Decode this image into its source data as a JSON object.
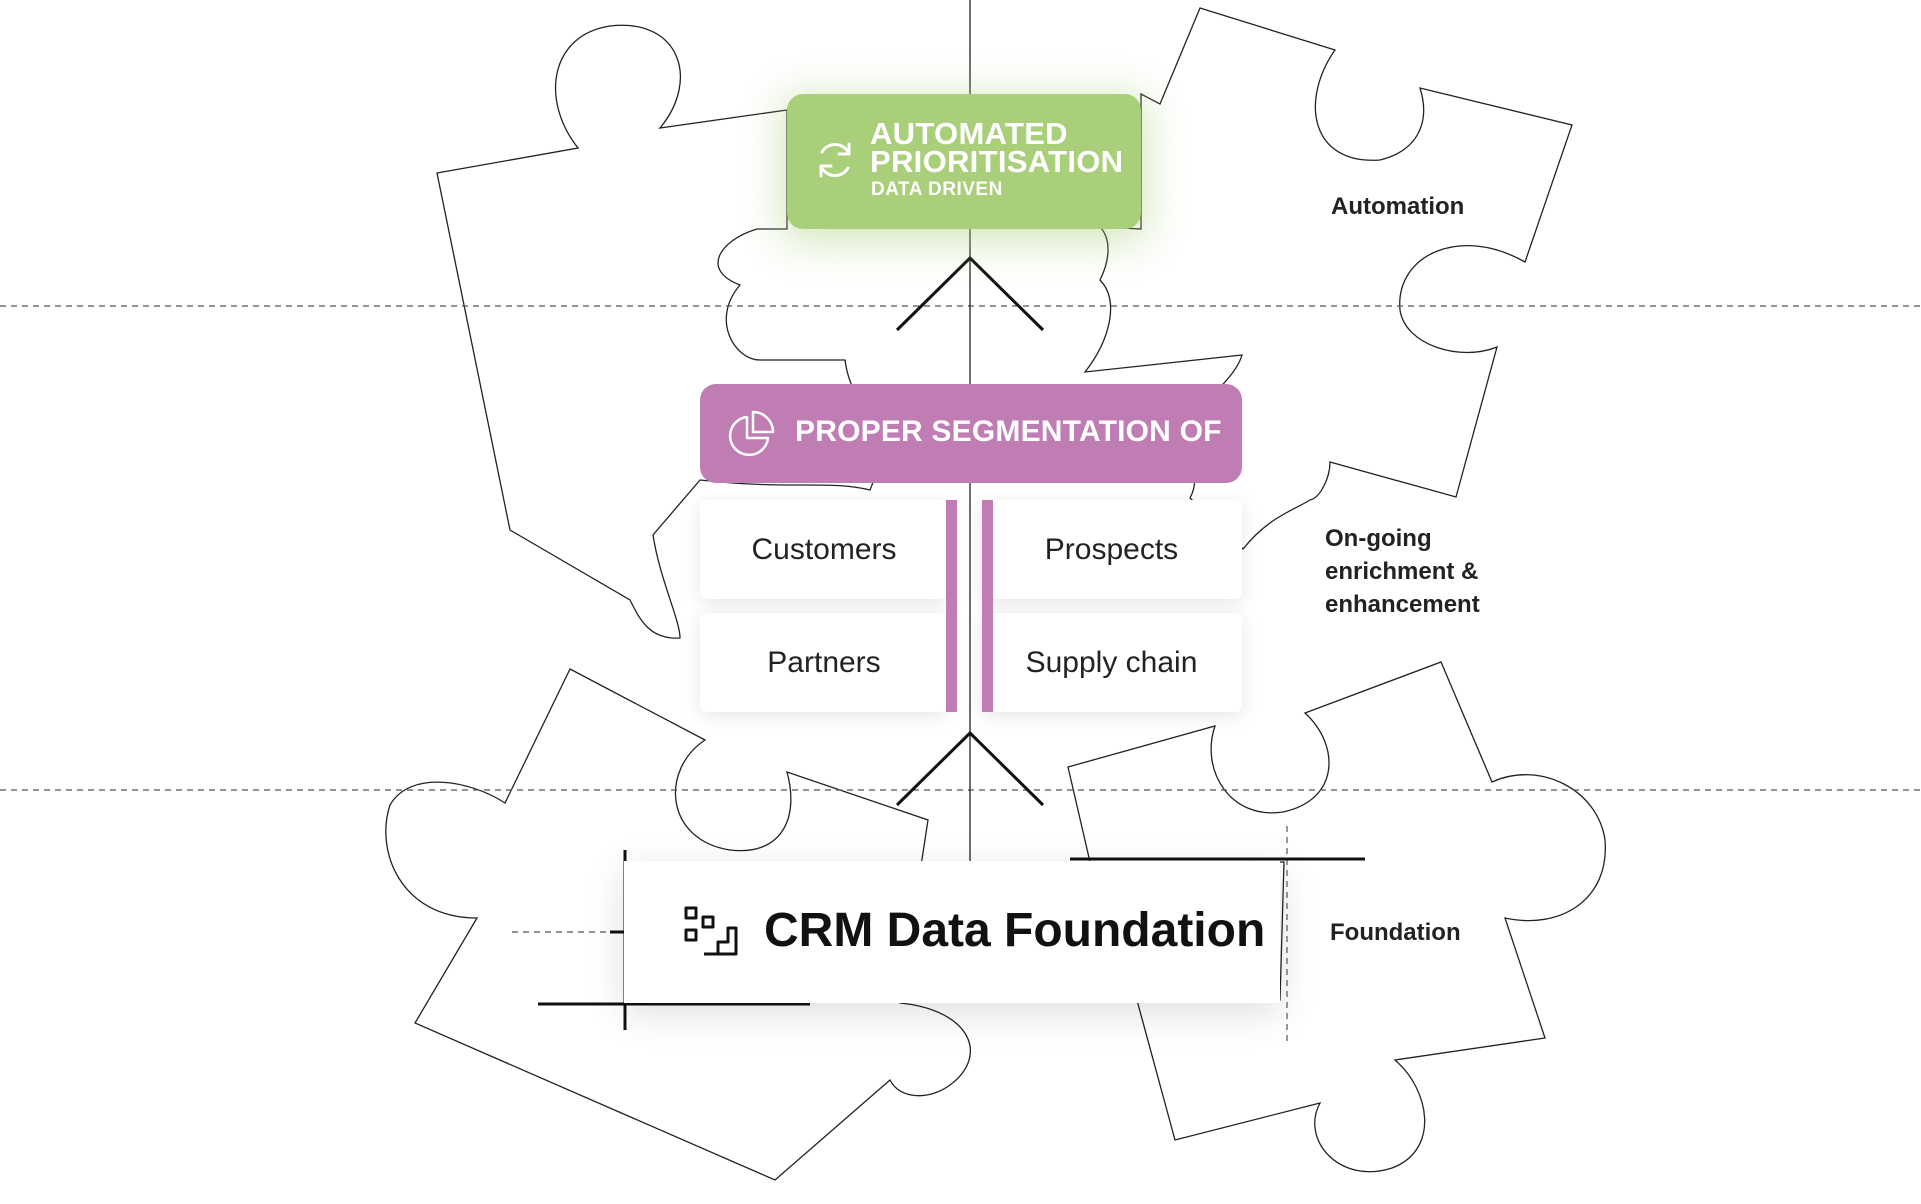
{
  "cards": {
    "automated": {
      "line1": "AUTOMATED",
      "line2": "PRIORITISATION",
      "subtitle": "DATA DRIVEN",
      "icon": "refresh-icon",
      "color": "#a9cf7a"
    },
    "segmentation": {
      "title": "PROPER SEGMENTATION OF",
      "icon": "pie-chart-icon",
      "color": "#bf7db4"
    },
    "segments": [
      "Customers",
      "Prospects",
      "Partners",
      "Supply chain"
    ],
    "foundation": {
      "title": "CRM Data Foundation",
      "icon": "stairs-blocks-icon"
    }
  },
  "side_labels": {
    "automation": "Automation",
    "enrichment_lines": [
      "On-going",
      "enrichment &",
      "enhancement"
    ],
    "foundation": "Foundation"
  }
}
